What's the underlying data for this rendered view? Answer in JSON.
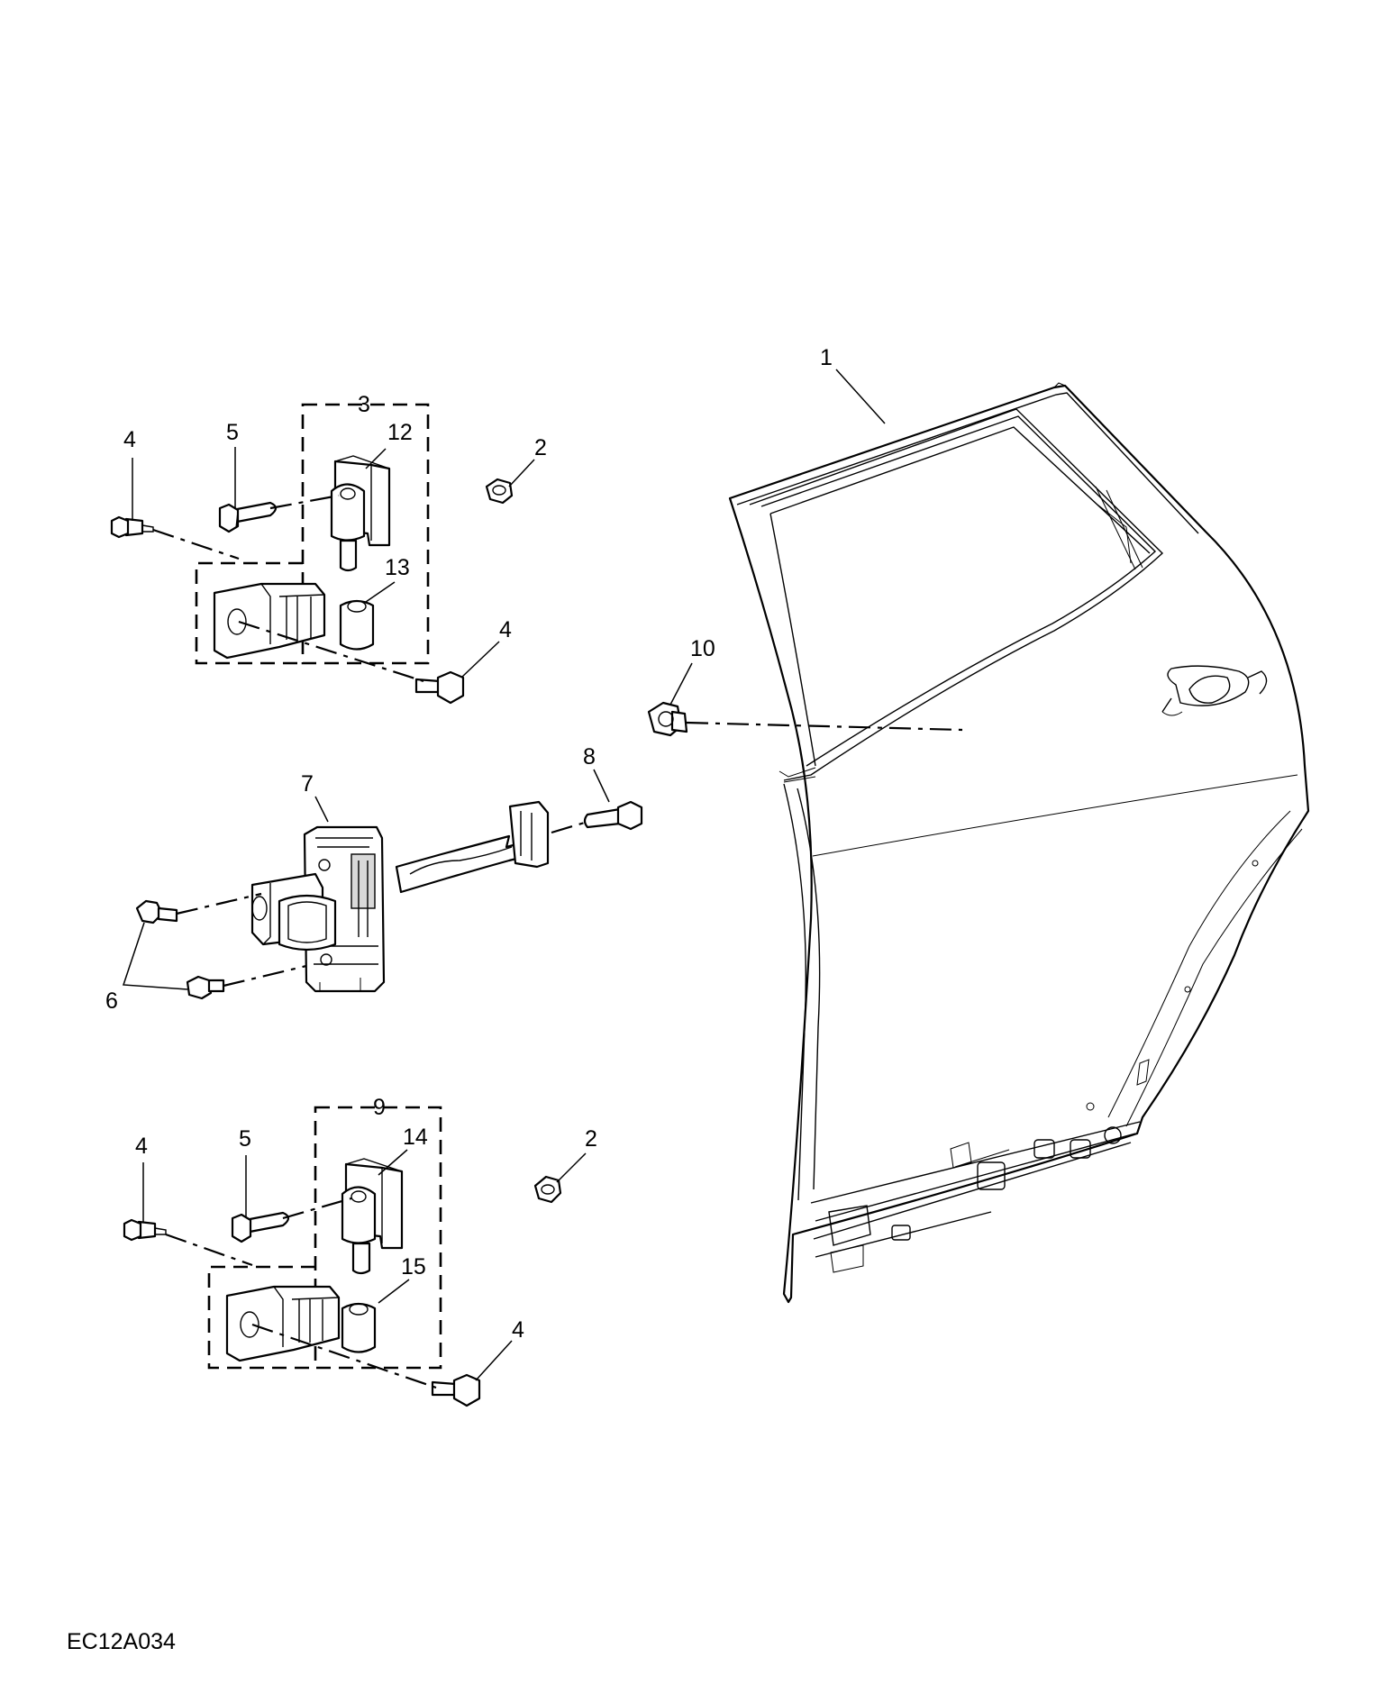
{
  "figure_id": "EC12A034",
  "callouts": {
    "c1": "1",
    "c2_upper": "2",
    "c2_lower": "2",
    "c3": "3",
    "c4_upper_left": "4",
    "c4_upper_right": "4",
    "c4_lower_left": "4",
    "c4_lower_right": "4",
    "c5_upper": "5",
    "c5_lower": "5",
    "c6": "6",
    "c7": "7",
    "c8": "8",
    "c9": "9",
    "c10": "10",
    "c12": "12",
    "c13": "13",
    "c14": "14",
    "c15": "15"
  }
}
